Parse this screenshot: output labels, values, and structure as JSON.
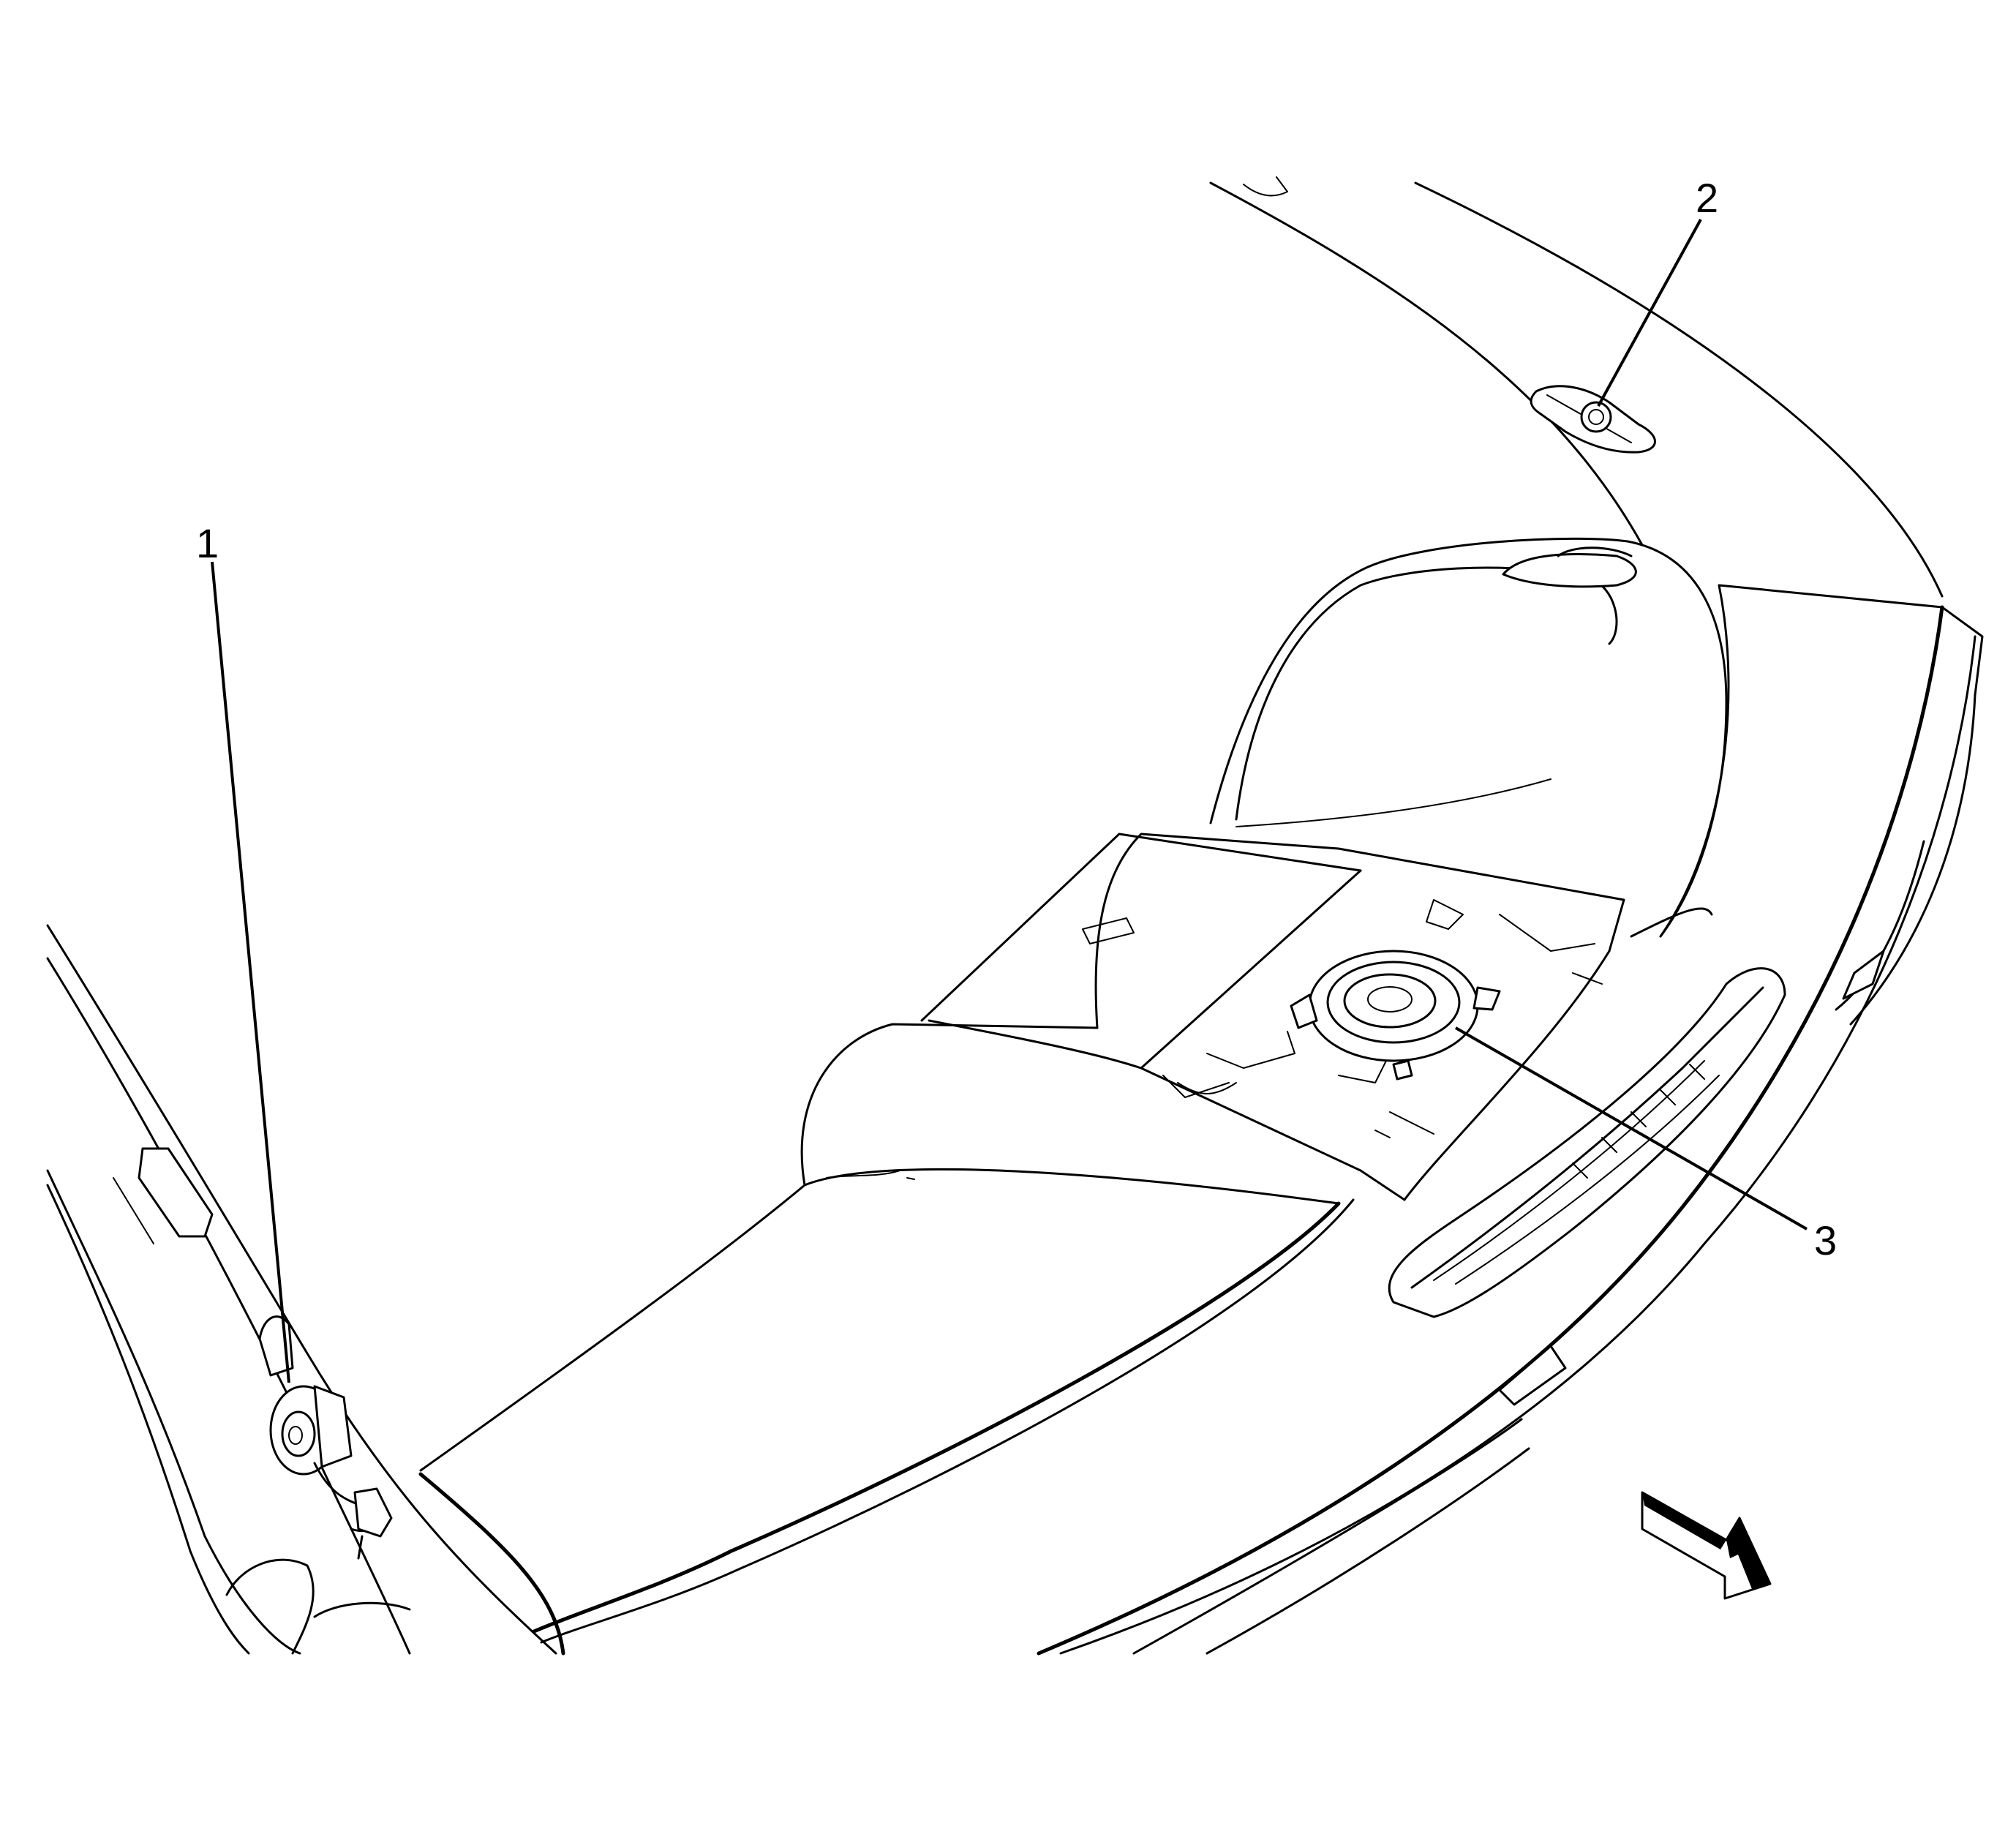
{
  "callouts": [
    {
      "id": "1",
      "label": "1"
    },
    {
      "id": "2",
      "label": "2"
    },
    {
      "id": "3",
      "label": "3"
    }
  ],
  "colors": {
    "line": "#000000",
    "background": "#ffffff"
  },
  "icons": {
    "direction": "front-direction-arrow-icon"
  }
}
